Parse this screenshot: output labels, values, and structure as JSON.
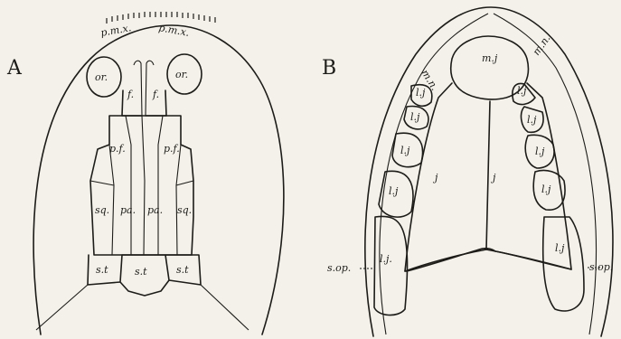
{
  "panels": [
    {
      "id": "A",
      "letter": "A",
      "labels": {
        "pmx_left": "p.m.x.",
        "pmx_right": "p.m.x.",
        "or_left": "or.",
        "or_right": "or.",
        "f_left": "f.",
        "f_right": "f.",
        "pf_left": "p.f.",
        "pf_right": "p.f.",
        "sq_left": "sq.",
        "pa_left": "pa.",
        "pa_right": "pa.",
        "sq_right": "sq.",
        "st_left": "s.t",
        "st_mid": "s.t",
        "st_right": "s.t"
      }
    },
    {
      "id": "B",
      "letter": "B",
      "labels": {
        "mn_left": "m.n.",
        "mn_right": "m.n.",
        "mj": "m.j",
        "lj_l1": "l.j",
        "lj_l2": "l.j",
        "lj_l3": "l.j",
        "lj_l4": "l.j",
        "lj_l5": "l.j.",
        "lj_r1": "l.j",
        "lj_r2": "l.j",
        "lj_r3": "l.j",
        "lj_r4": "l.j",
        "lj_r5": "l.j",
        "j_left": "j",
        "j_right": "j",
        "sop_left": "s.op.",
        "sop_right": "s.op."
      }
    }
  ]
}
